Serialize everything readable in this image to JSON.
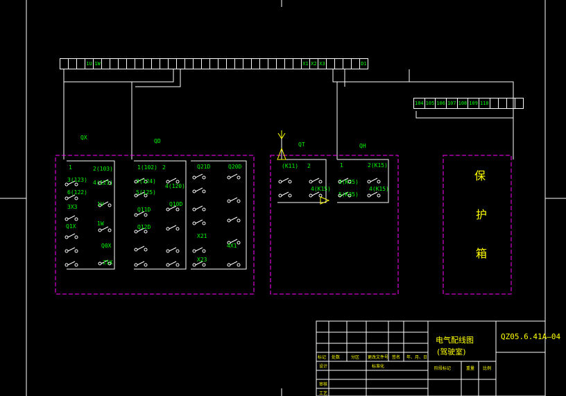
{
  "drawing": {
    "number": "QZ05.6.41A—04",
    "title_line1": "电气配线图",
    "title_line2": "(驾驶室)",
    "protect_box": [
      "保",
      "护",
      "箱"
    ]
  },
  "terminal_strip_top": [
    "",
    "",
    "",
    "1U",
    "1W",
    "",
    "",
    "",
    "",
    "",
    "",
    "",
    "",
    "",
    "",
    "",
    "",
    "",
    "",
    "",
    "",
    "",
    "",
    "",
    "",
    "",
    "",
    "",
    "",
    "X1",
    "X2",
    "X3",
    "",
    "",
    "",
    "",
    "D1"
  ],
  "terminal_strip_right": [
    "104",
    "105",
    "106",
    "107",
    "108",
    "109",
    "110",
    "",
    "",
    "",
    ""
  ],
  "groups": {
    "qx": "QX",
    "qd": "QD",
    "qt": "QT",
    "qh": "QH"
  },
  "qx_labels": [
    "1",
    "2(103)",
    "3(123)",
    "4(121)",
    "6(122)",
    "1V",
    "3X3",
    "1W",
    "Q1X",
    "Q0X",
    "Z1X"
  ],
  "qd_labels": [
    "1(102)",
    "2",
    "3(124)",
    "4(120)",
    "5(125)",
    "Q11D",
    "Q10D",
    "Q12D",
    "Q21D",
    "Q20D",
    "X21",
    "4X1",
    "X23"
  ],
  "qt_labels": [
    "(K11)",
    "2",
    "4(K15)"
  ],
  "qh_labels": [
    "1",
    "2(K15)",
    "3(K25)",
    "4(K15)",
    "5(K35)"
  ],
  "title_block": {
    "row_labels": [
      "标记",
      "处数",
      "分区",
      "更改文件号",
      "签名",
      "年、月、日"
    ],
    "design": "设计",
    "standardize": "标准化",
    "stage_mark": "阶段标记",
    "weight": "重量",
    "scale": "比例",
    "review": "审核",
    "process": "工艺"
  }
}
